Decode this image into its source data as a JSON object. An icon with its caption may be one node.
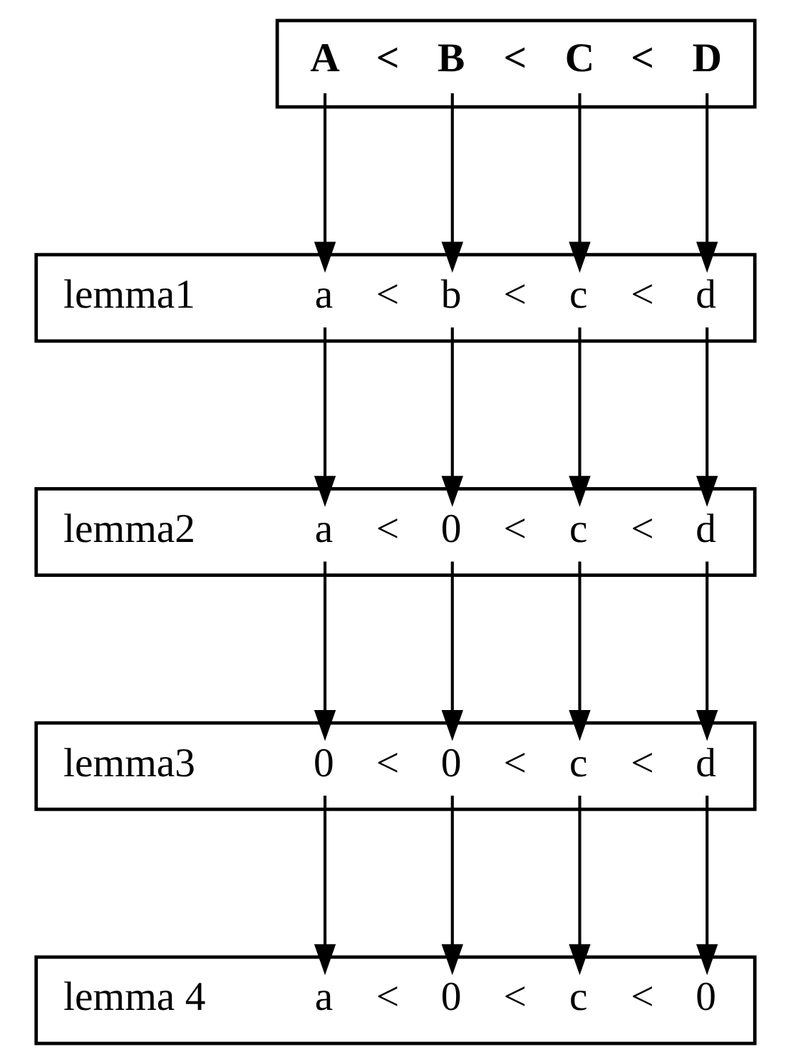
{
  "diagram": {
    "nodes": [
      {
        "text": [
          "A < B < C < D"
        ]
      },
      {
        "text": [
          "lemma1",
          "a < b < c < d"
        ]
      },
      {
        "text": [
          "lemma2",
          "a < 0 < c < d"
        ]
      },
      {
        "text": [
          "lemma3",
          "0 < 0 < c < d"
        ]
      },
      {
        "text": [
          "lemma 4",
          "a < 0 < c < 0"
        ]
      }
    ],
    "edges": [
      {
        "from": 0,
        "to": 1,
        "arrow": "to"
      },
      {
        "from": 0,
        "to": 1,
        "arrow": "to"
      },
      {
        "from": 0,
        "to": 1,
        "arrow": "to"
      },
      {
        "from": 0,
        "to": 1,
        "arrow": "to"
      },
      {
        "from": 1,
        "to": 2,
        "arrow": "to"
      },
      {
        "from": 1,
        "to": 2,
        "arrow": "to"
      },
      {
        "from": 1,
        "to": 2,
        "arrow": "to"
      },
      {
        "from": 1,
        "to": 2,
        "arrow": "to"
      },
      {
        "from": 2,
        "to": 3,
        "arrow": "to"
      },
      {
        "from": 2,
        "to": 3,
        "arrow": "to"
      },
      {
        "from": 2,
        "to": 3,
        "arrow": "to"
      },
      {
        "from": 2,
        "to": 3,
        "arrow": "to"
      },
      {
        "from": 3,
        "to": 4,
        "arrow": "to"
      },
      {
        "from": 3,
        "to": 4,
        "arrow": "to"
      },
      {
        "from": 3,
        "to": 4,
        "arrow": "to"
      },
      {
        "from": 3,
        "to": 4,
        "arrow": "to"
      }
    ]
  }
}
